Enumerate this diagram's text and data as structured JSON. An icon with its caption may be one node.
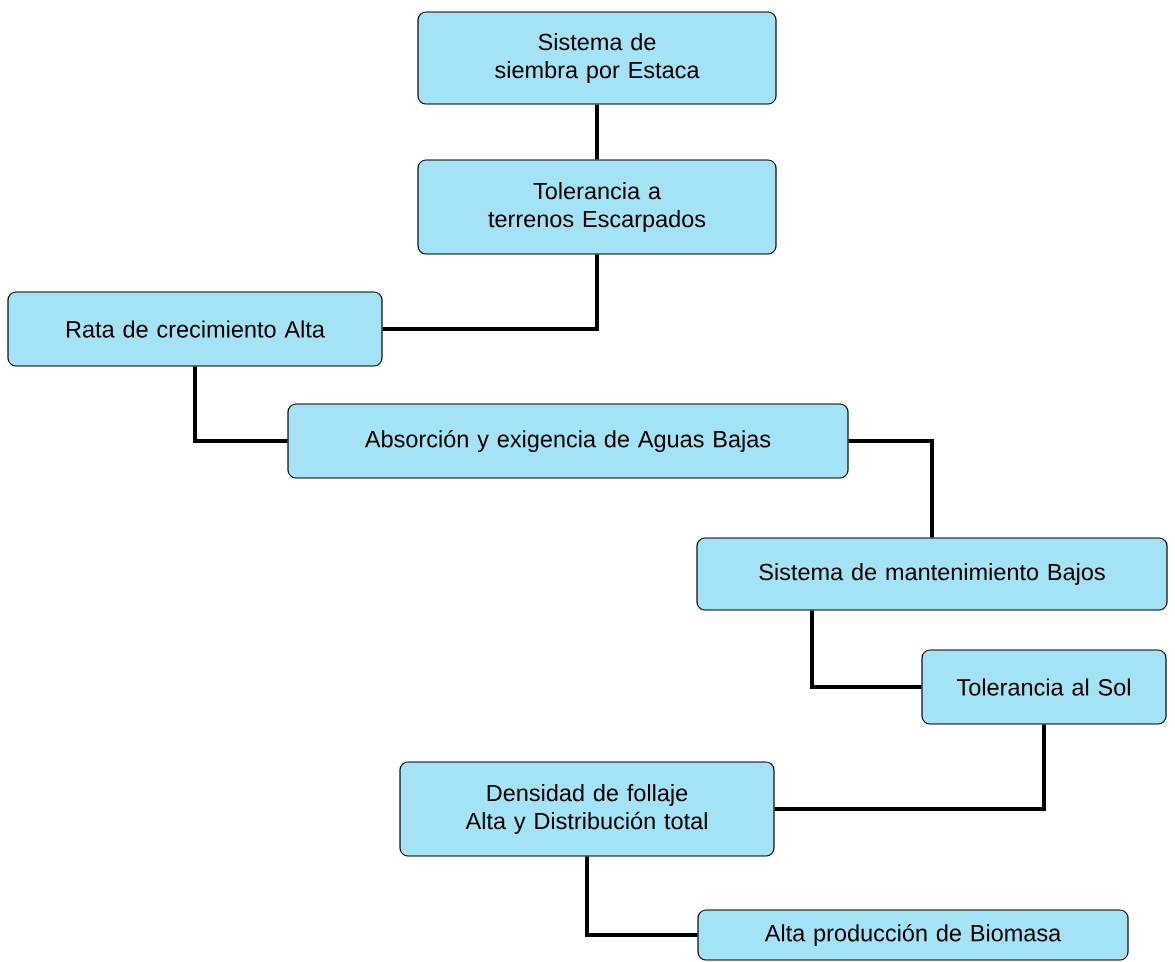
{
  "diagram": {
    "nodes": [
      {
        "text": [
          "Sistema de siembra por Estaca"
        ]
      },
      {
        "text": [
          "Tolerancia a terrenos Escarpados"
        ]
      },
      {
        "text": [
          "Rata de crecimiento Alta"
        ]
      },
      {
        "text": [
          "Absorción y exigencia de Aguas Bajas"
        ]
      },
      {
        "text": [
          "Sistema de mantenimiento Bajos"
        ]
      },
      {
        "text": [
          "Tolerancia al Sol"
        ]
      },
      {
        "text": [
          "Densidad de follaje Alta y Distribución total"
        ]
      },
      {
        "text": [
          "Alta producción de Biomasa"
        ]
      }
    ],
    "edges": [
      {
        "from": 0,
        "to": 1,
        "arrow": "none"
      },
      {
        "from": 1,
        "to": 2,
        "arrow": "none"
      },
      {
        "from": 2,
        "to": 3,
        "arrow": "none"
      },
      {
        "from": 3,
        "to": 4,
        "arrow": "none"
      },
      {
        "from": 4,
        "to": 5,
        "arrow": "none"
      },
      {
        "from": 5,
        "to": 6,
        "arrow": "none"
      },
      {
        "from": 6,
        "to": 7,
        "arrow": "none"
      }
    ]
  }
}
